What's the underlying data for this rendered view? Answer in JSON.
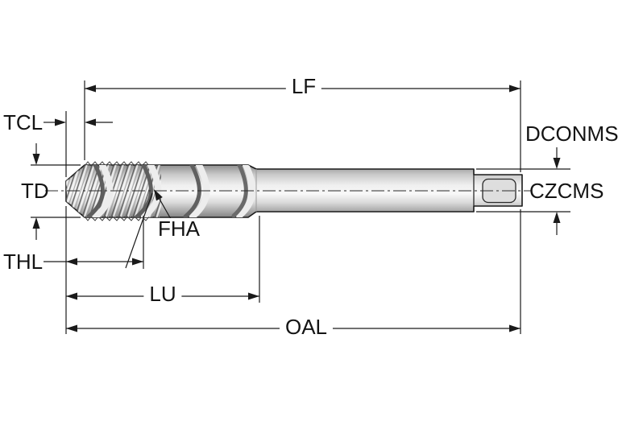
{
  "diagram": {
    "labels": {
      "lf": "LF",
      "tcl": "TCL",
      "td": "TD",
      "thl": "THL",
      "fha": "FHA",
      "lu": "LU",
      "oal": "OAL",
      "dconms": "DCONMS",
      "czcms": "CZCMS"
    },
    "colors": {
      "line": "#1a1a1a",
      "body_light": "#f6f6f6",
      "body_dark": "#878787",
      "background": "#ffffff"
    }
  }
}
